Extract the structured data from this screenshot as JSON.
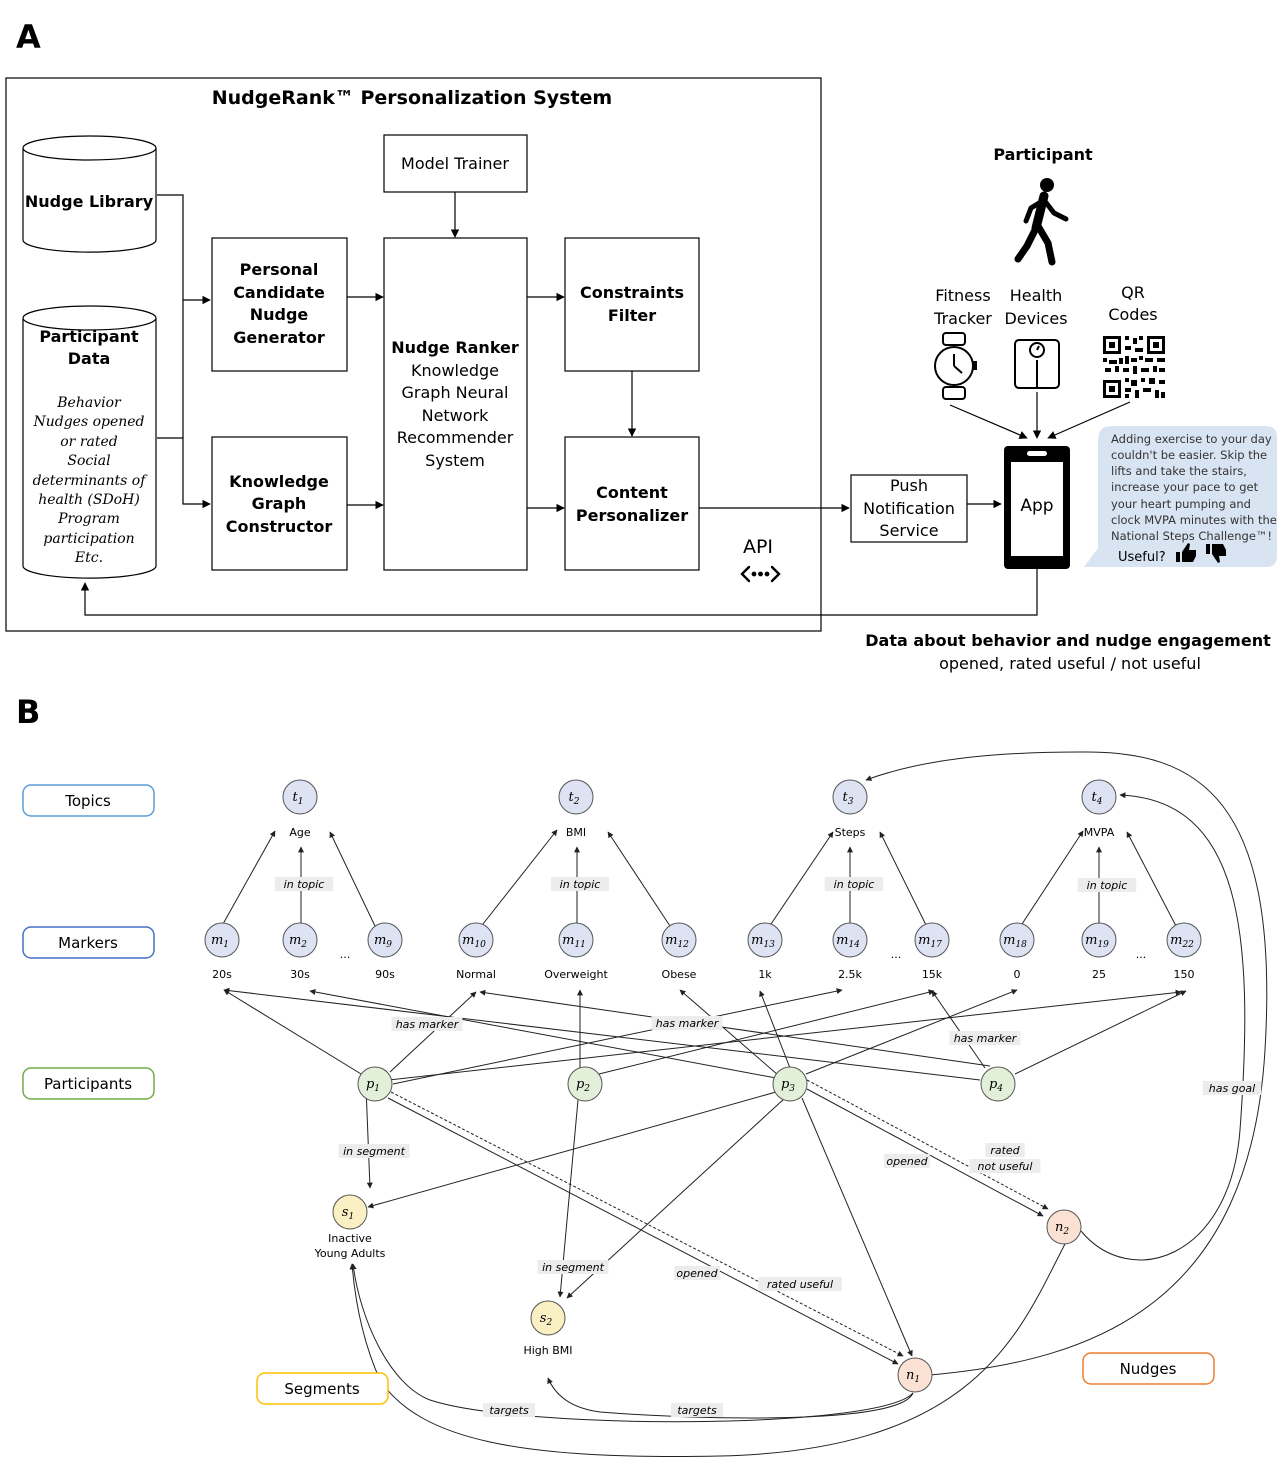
{
  "panel_a": {
    "label": "A",
    "system_title": "NudgeRank™ Personalization System",
    "nudge_library": "Nudge Library",
    "participant_data": {
      "title": [
        "Participant",
        "Data"
      ],
      "items": [
        "Behavior",
        "Nudges opened",
        "or rated",
        "Social",
        "determinants of",
        "health (SDoH)",
        "Program",
        "participation",
        "Etc."
      ]
    },
    "model_trainer": "Model Trainer",
    "candidate_generator": [
      "Personal",
      "Candidate",
      "Nudge",
      "Generator"
    ],
    "kg_constructor": [
      "Knowledge",
      "Graph",
      "Constructor"
    ],
    "nudge_ranker": {
      "title": "Nudge Ranker",
      "lines": [
        "Knowledge",
        "Graph Neural",
        "Network",
        "Recommender",
        "System"
      ]
    },
    "constraints_filter": [
      "Constraints",
      "Filter"
    ],
    "content_personalizer": [
      "Content",
      "Personalizer"
    ],
    "api_label": "API",
    "push_service": [
      "Push",
      "Notification",
      "Service"
    ],
    "participant_label": "Participant",
    "devices": {
      "fitness": [
        "Fitness",
        "Tracker"
      ],
      "health": [
        "Health",
        "Devices"
      ],
      "qr": [
        "QR",
        "Codes"
      ]
    },
    "app_label": "App",
    "bubble_text": [
      "Adding exercise to your day",
      "couldn't be easier. Skip the",
      "lifts and take the stairs,",
      "increase your pace to get",
      "your heart pumping and",
      "clock MVPA minutes with the",
      "National Steps Challenge™!"
    ],
    "bubble_question": "Useful?",
    "feedback": {
      "title": "Data about behavior and nudge engagement",
      "subtitle": "opened, rated useful / not useful"
    }
  },
  "panel_b": {
    "label": "B",
    "categories": {
      "topics": "Topics",
      "markers": "Markers",
      "participants": "Participants",
      "segments": "Segments",
      "nudges": "Nudges"
    },
    "topics": [
      {
        "letter": "t",
        "sub": "1",
        "label": "Age"
      },
      {
        "letter": "t",
        "sub": "2",
        "label": "BMI"
      },
      {
        "letter": "t",
        "sub": "3",
        "label": "Steps"
      },
      {
        "letter": "t",
        "sub": "4",
        "label": "MVPA"
      }
    ],
    "markers": [
      {
        "letter": "m",
        "sub": "1",
        "label": "20s"
      },
      {
        "letter": "m",
        "sub": "2",
        "label": "30s"
      },
      {
        "letter": "m",
        "sub": "9",
        "label": "90s"
      },
      {
        "letter": "m",
        "sub": "10",
        "label": "Normal"
      },
      {
        "letter": "m",
        "sub": "11",
        "label": "Overweight"
      },
      {
        "letter": "m",
        "sub": "12",
        "label": "Obese"
      },
      {
        "letter": "m",
        "sub": "13",
        "label": "1k"
      },
      {
        "letter": "m",
        "sub": "14",
        "label": "2.5k"
      },
      {
        "letter": "m",
        "sub": "17",
        "label": "15k"
      },
      {
        "letter": "m",
        "sub": "18",
        "label": "0"
      },
      {
        "letter": "m",
        "sub": "19",
        "label": "25"
      },
      {
        "letter": "m",
        "sub": "22",
        "label": "150"
      }
    ],
    "ellipsis": "...",
    "participants": [
      {
        "letter": "p",
        "sub": "1"
      },
      {
        "letter": "p",
        "sub": "2"
      },
      {
        "letter": "p",
        "sub": "3"
      },
      {
        "letter": "p",
        "sub": "4"
      }
    ],
    "segments": [
      {
        "letter": "s",
        "sub": "1",
        "label": [
          "Inactive",
          "Young Adults"
        ]
      },
      {
        "letter": "s",
        "sub": "2",
        "label": [
          "High BMI"
        ]
      }
    ],
    "nudges": [
      {
        "letter": "n",
        "sub": "1"
      },
      {
        "letter": "n",
        "sub": "2"
      }
    ],
    "edge_labels": {
      "in_topic": "in topic",
      "has_marker": "has marker",
      "in_segment": "in segment",
      "opened": "opened",
      "rated_useful": "rated useful",
      "rated_not_useful": [
        "rated",
        "not useful"
      ],
      "has_goal": "has goal",
      "targets": "targets"
    },
    "colors": {
      "topic_fill": "#dde3f3",
      "participant_fill": "#e3f0d9",
      "segment_fill": "#fbf0c4",
      "nudge_fill": "#fbe1d3",
      "topics_border": "#5b9bd5",
      "markers_border": "#4472c4",
      "participants_border": "#70ad47",
      "segments_border": "#ffc000",
      "nudges_border": "#ed7d31"
    }
  }
}
